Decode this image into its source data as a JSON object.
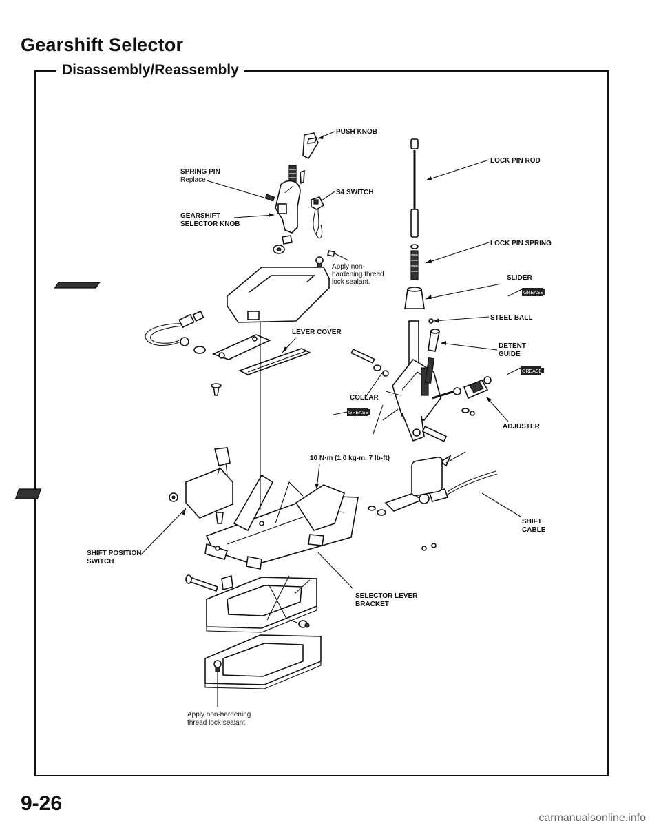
{
  "title": "Gearshift Selector",
  "subtitle": "Disassembly/Reassembly",
  "page_number": "9-26",
  "footer": "carmanualsonline.info",
  "labels": {
    "push_knob": "PUSH KNOB",
    "lock_pin_rod": "LOCK PIN ROD",
    "spring_pin_1": "SPRING PIN",
    "spring_pin_2": "Replace",
    "s4_switch": "S4 SWITCH",
    "gearshift_knob_1": "GEARSHIFT",
    "gearshift_knob_2": "SELECTOR KNOB",
    "lock_pin_spring": "LOCK PIN SPRING",
    "apply_1": "Apply non-",
    "apply_2": "hardening thread",
    "apply_3": "lock sealant.",
    "slider": "SLIDER",
    "steel_ball": "STEEL BALL",
    "lever_cover": "LEVER COVER",
    "detent_1": "DETENT",
    "detent_2": "GUIDE",
    "collar": "COLLAR",
    "adjuster": "ADJUSTER",
    "torque": "10 N·m (1.0 kg-m, 7 lb-ft)",
    "shift_cable_1": "SHIFT",
    "shift_cable_2": "CABLE",
    "shift_pos_1": "SHIFT POSITION",
    "shift_pos_2": "SWITCH",
    "bracket_1": "SELECTOR LEVER",
    "bracket_2": "BRACKET",
    "apply_bottom_1": "Apply non-hardening",
    "apply_bottom_2": "thread lock sealant.",
    "grease": "GREASE"
  }
}
